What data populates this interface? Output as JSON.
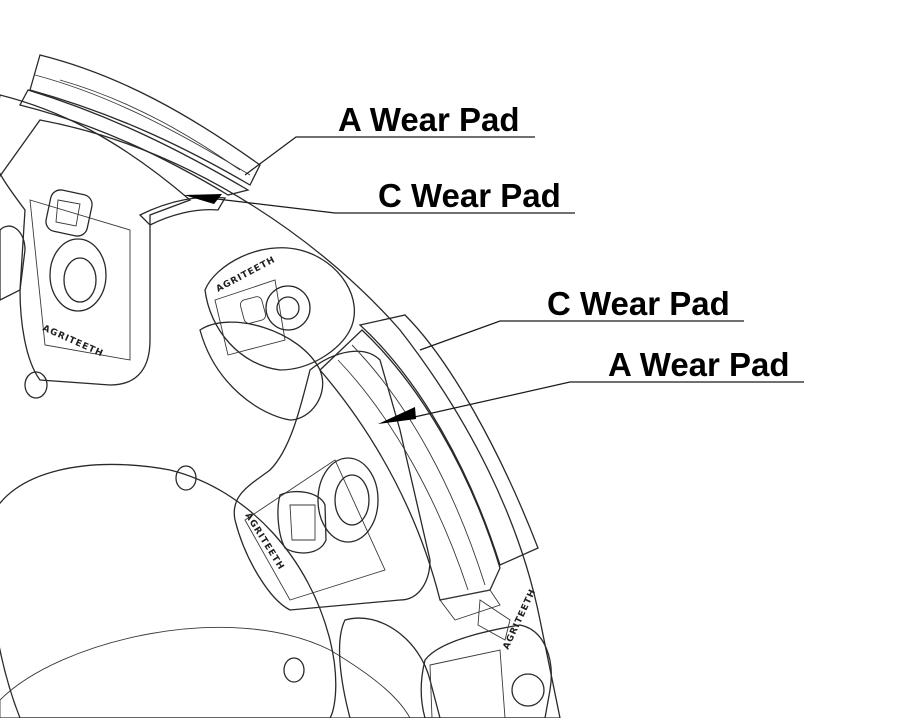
{
  "callouts": [
    {
      "label": "A Wear Pad"
    },
    {
      "label": "C Wear Pad"
    },
    {
      "label": "C Wear Pad"
    },
    {
      "label": "A Wear Pad"
    }
  ],
  "engravings": [
    {
      "text": "AGRITEETH"
    },
    {
      "text": "AGRITEETH"
    },
    {
      "text": "AGRITEETH"
    },
    {
      "text": "AGRITEETH"
    }
  ],
  "colors": {
    "background": "#ffffff",
    "plate": "#5b5851",
    "plate_dark": "#4a4843",
    "holder": "#8a8679",
    "holder_dark": "#6f6b61",
    "pad": "#9e9a8e",
    "pad_light": "#b5b1a6",
    "label": "#000000"
  }
}
